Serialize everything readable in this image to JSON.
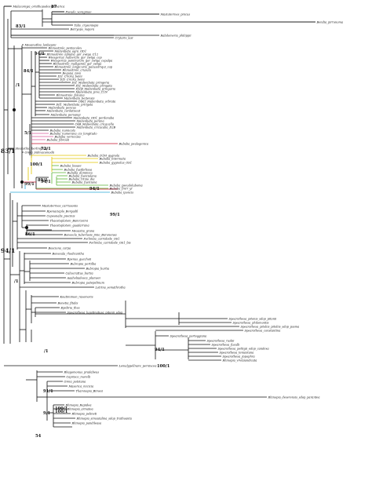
{
  "colors": {
    "default": "#111111",
    "red": "#c8102e",
    "pink": "#d65a9a",
    "yellow": "#e0c400",
    "green": "#5ab334",
    "cyan": "#2aa9d8"
  },
  "supports": [
    {
      "id": "s1",
      "text": "83/1",
      "big": true
    },
    {
      "id": "s2",
      "text": "94/1",
      "big": true
    },
    {
      "id": "s3",
      "text": "83/1"
    },
    {
      "id": "s4",
      "text": "87"
    },
    {
      "id": "s5",
      "text": "84/1"
    },
    {
      "id": "s6",
      "text": "94/1"
    },
    {
      "id": "s7",
      "text": "/1"
    },
    {
      "id": "s8",
      "text": "5/1"
    },
    {
      "id": "s9",
      "text": "72/1"
    },
    {
      "id": "s10",
      "text": "99/1"
    },
    {
      "id": "s11",
      "text": "100/1"
    },
    {
      "id": "s12",
      "text": "86/1"
    },
    {
      "id": "s13",
      "text": "89/1"
    },
    {
      "id": "s14",
      "text": "94/1"
    },
    {
      "id": "s15",
      "text": "/1"
    },
    {
      "id": "s16",
      "text": "/1"
    },
    {
      "id": "s17",
      "text": "94/1"
    },
    {
      "id": "s18",
      "text": "99/1"
    },
    {
      "id": "s19",
      "text": "100/1"
    },
    {
      "id": "s20",
      "text": "94/1"
    },
    {
      "id": "s21",
      "text": "91/1"
    },
    {
      "id": "s22",
      "text": "100/1"
    },
    {
      "id": "s23",
      "text": "54"
    },
    {
      "id": "s24",
      "text": "9/1"
    },
    {
      "id": "s25",
      "text": "100/1"
    }
  ],
  "tips": [
    "Malacomyia_ornithopodes_Baharica",
    "Pseudo_voraginae",
    "Mastotermes_pincus",
    "Bendia_pirronoma",
    "Talis_crysoniopis",
    "Botryops_majora",
    "Rabdomeria_philippii",
    "Crytarix_lasi",
    "Mesanothia_lonbaumi",
    "Rhinostrele_pentacolex",
    "Malienbata_agra_OD1",
    "Rhinostrele_labiana_gor_swiga_C12",
    "Wiesgerius_hulberum_gor_swiga_cop",
    "Wiesgerius_pointrarom_gor_swiga_copalpa",
    "Rhinostrele_mallgamis_gor_swiga",
    "Rhinostrele_longicuria_pacussiriqui_cop",
    "Rhinostrele_crusula",
    "Reguna_niea",
    "DJ1_Cricka_beini",
    "DJ3_Cricka_beini",
    "DJ1_Malienbata_pringeria",
    "DJ1_Malienbata_pringata",
    "DJ1B_Malienbata_pringaria",
    "Malienbata_pres_C1N",
    "Rhinostrele_falcana",
    "Malienbata_berjensis",
    "C4K1_Malienbata_orbrata",
    "Dil1_Malienbata_pringola",
    "Malienbata_pencus",
    "Malienbata_cordatiscat",
    "Malienbata_persanai",
    "Malienbata_OD1_perdonaba",
    "Malienbata_perana",
    "C4B_Malienbata_cricacalla",
    "Malienbata_cricacalla_D2B",
    "Bubalia_numicola",
    "Bubalia_numerana_cis_longitudo",
    "Bubalia_vernicosa",
    "Bubalia_fibrooli",
    "Bubalia_pealogenica",
    "Steatothia_berlingiana",
    "Oreia_Sidmacomodii",
    "Bubalia_D1M_gygnola",
    "Bubalia_intermata",
    "Bubalia_gygnolus_OS1",
    "Bubalia_lissaei",
    "Bubalia_fusiforlissa",
    "Bubalia_dominica",
    "Bubalia_fusiciolana",
    "Bubalia_trinio_dia",
    "Bubalia_fusiciana",
    "Bubalia_pseudoluboma",
    "Bubalia_fmrr_yr",
    "Bubalia_iponcis",
    "Mastotermes_carrissonis",
    "Rpenaciaplo_Bergadil",
    "Copeonalis_piecinis",
    "Thaestoplotom_Bamrzeimi",
    "Thaestoplotom_guadarrana",
    "Mesastia_grana",
    "Bonescla_tuberlosis_jinio_Baronensa",
    "Porlimba_carrisbide_OS1",
    "Porlimba_carrisbide_OS1_bis",
    "Bosciona_carpa",
    "Bonesula_rhodicantha",
    "Rpenus_guezhoii",
    "Bubropia_pertillia",
    "Bubropia_burtia",
    "Caliocrattus_burtia",
    "Aaaheliadesca_plumsei",
    "Bubropia_patepidinum",
    "Lotrina_semathrotha",
    "Koutimimon_rasomoris",
    "Bonetia_fitalis",
    "Epidiria_thes",
    "Spearothesa_lugstinatusa_pitonii_sdop",
    "Spearothesa_pitonis_sdop_pitonii",
    "Spearothesa_philomontis",
    "Spearothesa_pitoliis_pitoliis_sdop_pssma",
    "Spearothesa_constantina",
    "Spearothesa_porteggiana",
    "Spearothesa_ruskii",
    "Spearothesa_fusulli",
    "Spearothesa_pettigii_edop_candexa",
    "Spearothesa_tenuistana",
    "Spearothesa_Jopophra",
    "Rhinopia_vrvlaiandicata",
    "Lemalypellnare_pernixcea",
    "Rhagomonus_pradabeus",
    "Caprisco_morelli",
    "Oreia_potstana",
    "Masorica_micicia",
    "Thamnopia_Bimesi",
    "Rhinopia_deserensis_sdop_parantea",
    "Rhinopia_Rapidea",
    "Rhinopia_armatea",
    "Rhinopia_pelineti",
    "Rhinopia_simsutalina_sdop_trathoanta",
    "Rhinopia_pandileasa"
  ]
}
